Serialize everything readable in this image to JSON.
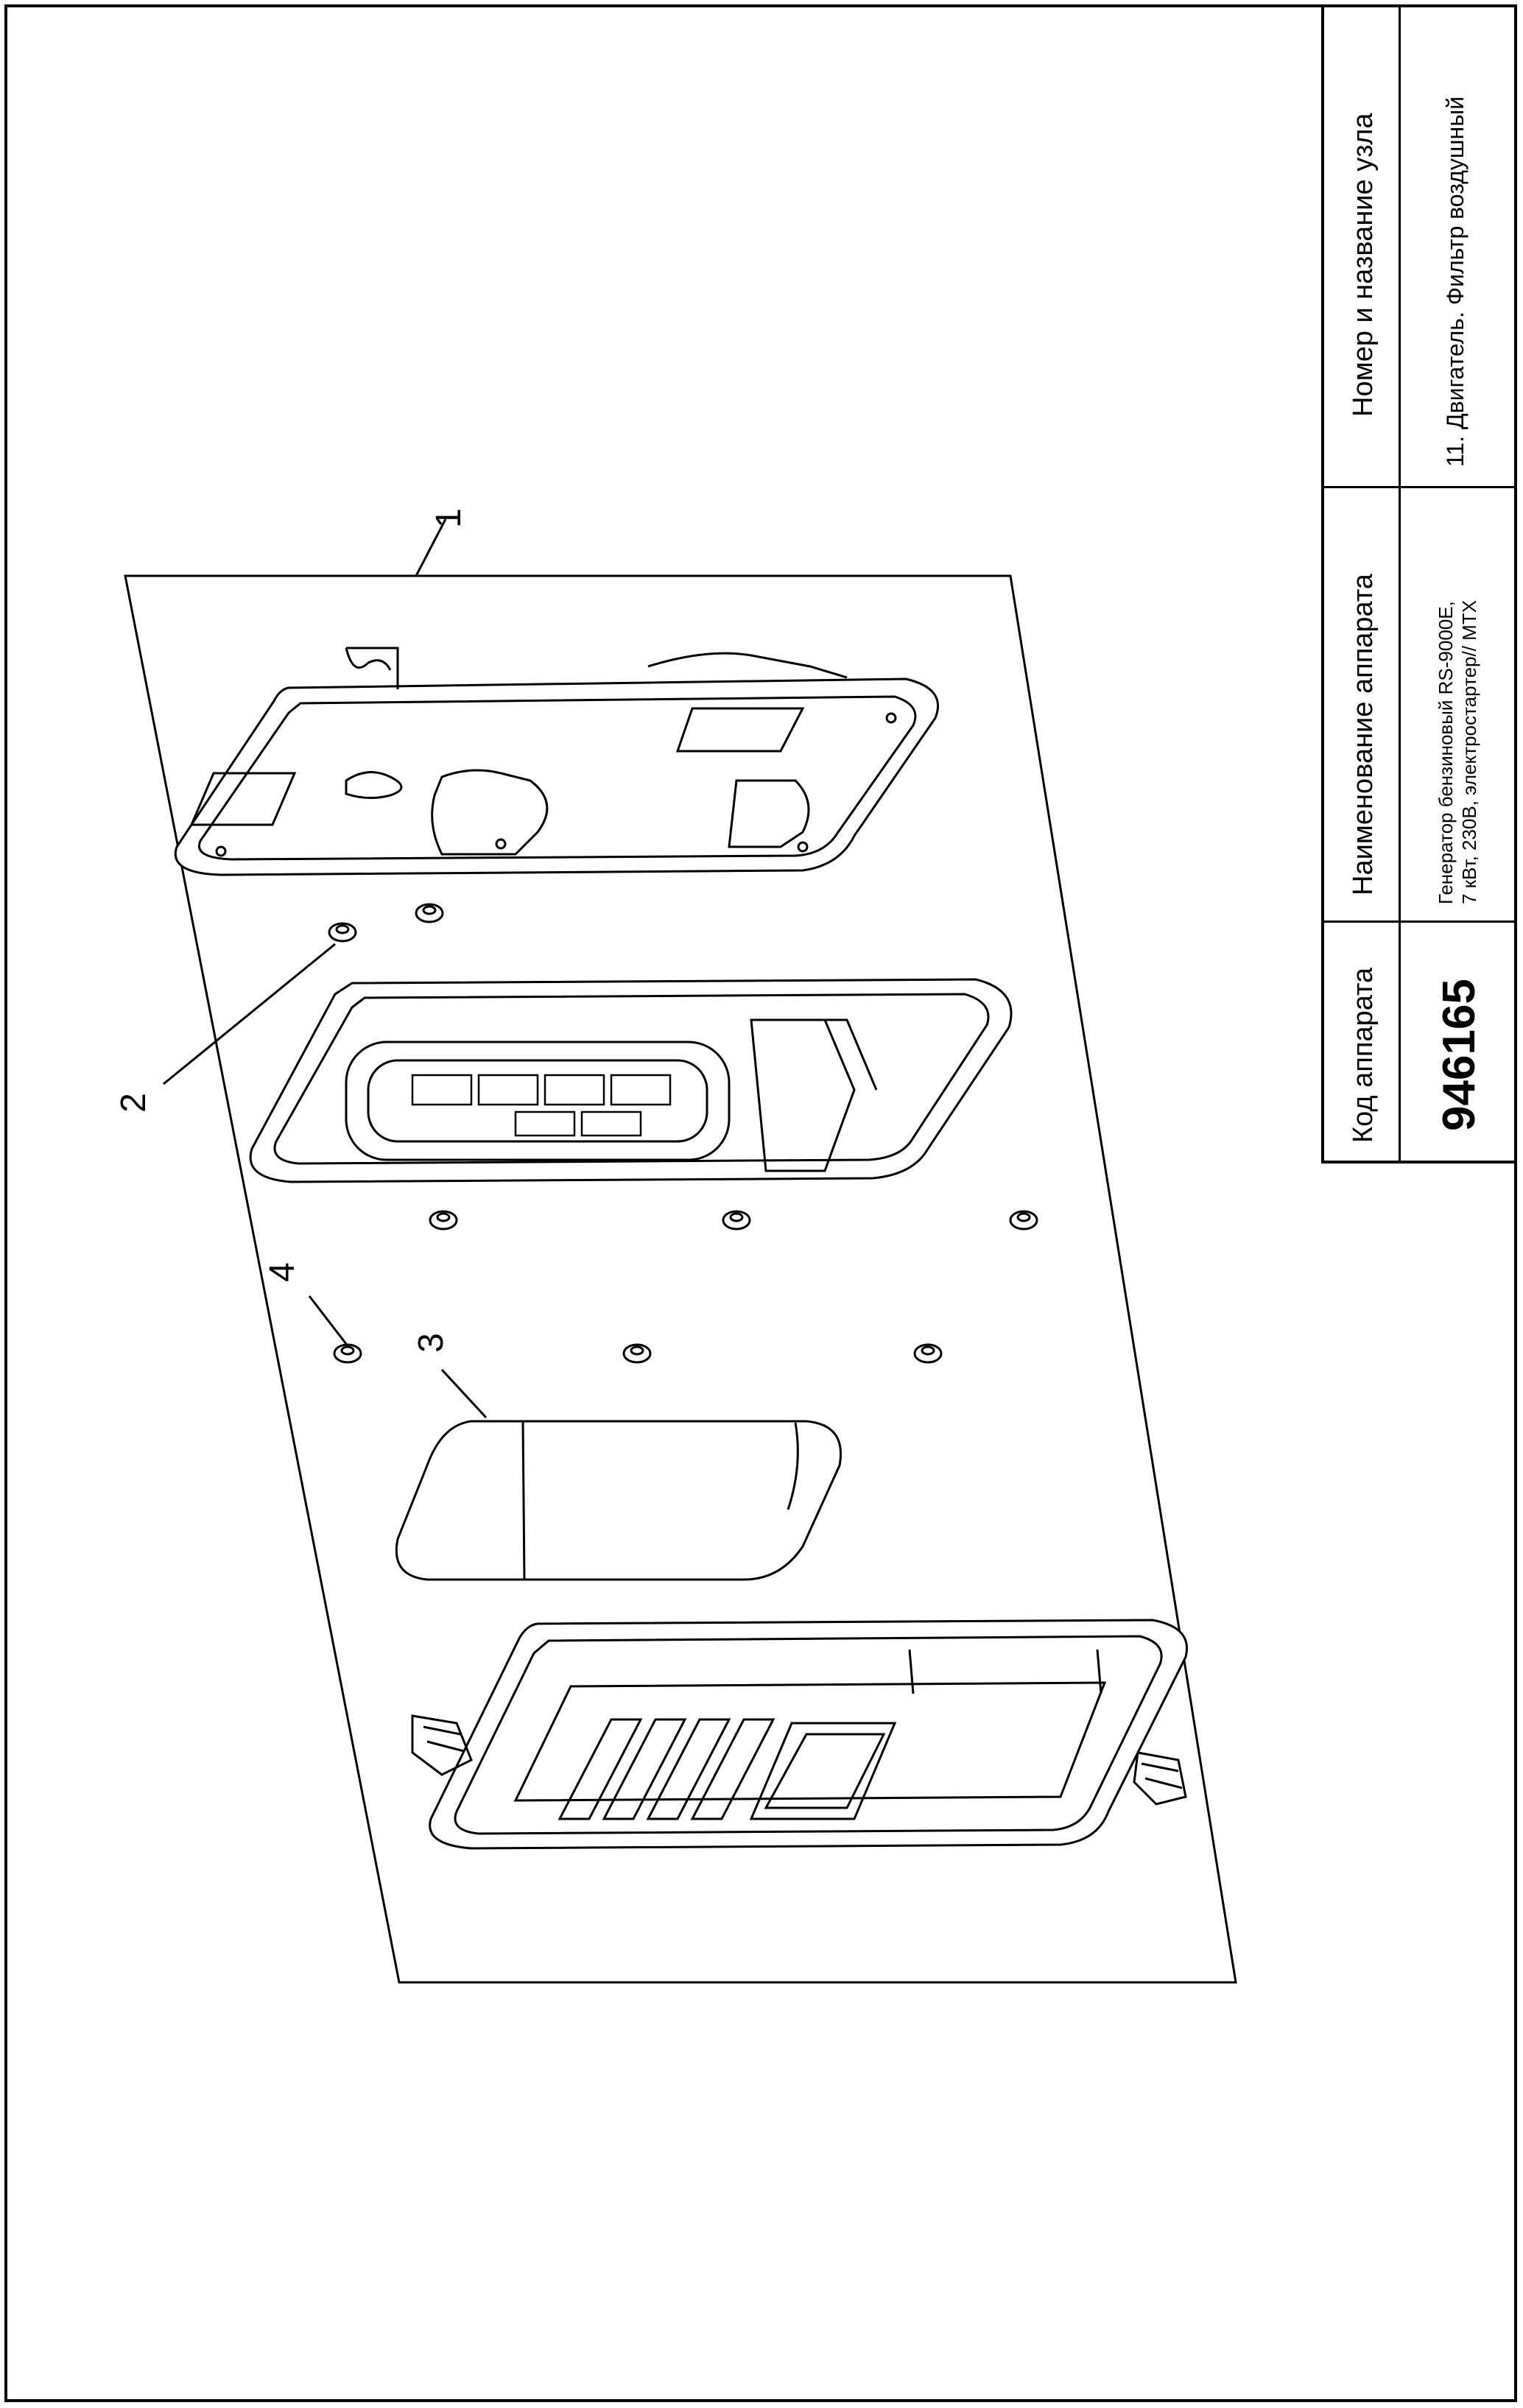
{
  "title_block": {
    "code_header": "Код аппарата",
    "code_value": "946165",
    "name_header": "Наименование аппарата",
    "name_line1": "Генератор бензиновый RS-9000E,",
    "name_line2": "7 кВт, 230В, электростартер// МТХ",
    "unit_header": "Номер и название узла",
    "unit_value": "11. Двигатель. Фильтр воздушный"
  },
  "callouts": [
    {
      "label": "1"
    },
    {
      "label": "2"
    },
    {
      "label": "3"
    },
    {
      "label": "4"
    }
  ],
  "colors": {
    "line": "#000000",
    "background": "#ffffff",
    "shade": "#e6e6e6"
  }
}
